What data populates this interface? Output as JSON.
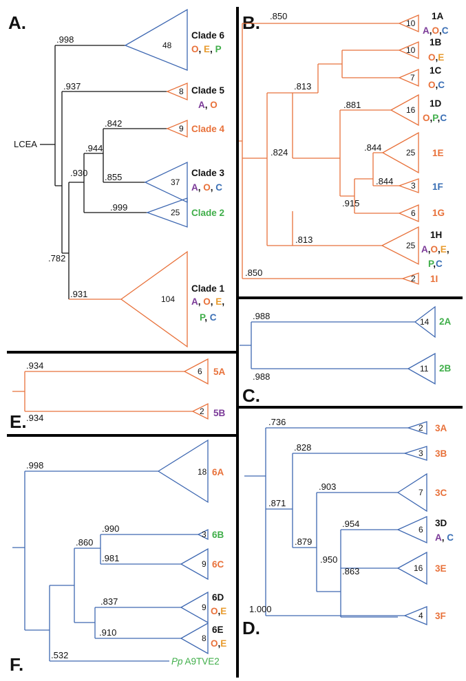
{
  "colors": {
    "orange": "#E8713A",
    "blue": "#3D67B1",
    "black": "#111111",
    "purple": "#7B3A98",
    "green": "#3FAE49",
    "amber": "#E89B2E",
    "steel": "#3A6FB5"
  },
  "panels": {
    "a": "A.",
    "b": "B.",
    "c": "C.",
    "d": "D.",
    "e": "E.",
    "f": "F."
  },
  "panelA": {
    "root": "LCEA",
    "supports": [
      ".998",
      ".937",
      ".842",
      ".944",
      ".930",
      ".855",
      ".999",
      ".782",
      ".931"
    ],
    "clades": [
      {
        "name": "Clade 6",
        "count": "48",
        "tags": [
          "O",
          "E",
          "P"
        ]
      },
      {
        "name": "Clade 5",
        "count": "8",
        "tags": [
          "A",
          "O"
        ]
      },
      {
        "name": "Clade 4",
        "count": "9"
      },
      {
        "name": "Clade 3",
        "count": "37",
        "tags": [
          "A",
          "O",
          "C"
        ]
      },
      {
        "name": "Clade 2",
        "count": "25"
      },
      {
        "name": "Clade 1",
        "count": "104",
        "tags": [
          "A",
          "O",
          "E",
          "P",
          "C"
        ]
      }
    ]
  },
  "panelB": {
    "supports": [
      ".850",
      ".813",
      ".824",
      ".881",
      ".844",
      ".844",
      ".915",
      ".813",
      ".850"
    ],
    "clades": [
      {
        "name": "1A",
        "count": "10",
        "tags": [
          "A",
          "O",
          "C"
        ]
      },
      {
        "name": "1B",
        "count": "10",
        "tags": [
          "O",
          "E"
        ]
      },
      {
        "name": "1C",
        "count": "7",
        "tags": [
          "O",
          "C"
        ]
      },
      {
        "name": "1D",
        "count": "16",
        "tags": [
          "O",
          "P",
          "C"
        ]
      },
      {
        "name": "1E",
        "count": "25"
      },
      {
        "name": "1F",
        "count": "3"
      },
      {
        "name": "1G",
        "count": "6"
      },
      {
        "name": "1H",
        "count": "25",
        "tags": [
          "A",
          "O",
          "E",
          "P",
          "C"
        ]
      },
      {
        "name": "1I",
        "count": "2"
      }
    ]
  },
  "panelC": {
    "supports": [
      ".988",
      ".988"
    ],
    "clades": [
      {
        "name": "2A",
        "count": "14"
      },
      {
        "name": "2B",
        "count": "11"
      }
    ]
  },
  "panelD": {
    "supports": [
      ".736",
      ".828",
      ".871",
      ".903",
      ".879",
      ".954",
      ".950",
      ".863",
      "1.000"
    ],
    "clades": [
      {
        "name": "3A",
        "count": "2"
      },
      {
        "name": "3B",
        "count": "3"
      },
      {
        "name": "3C",
        "count": "7"
      },
      {
        "name": "3D",
        "count": "6",
        "tags": [
          "A",
          "C"
        ]
      },
      {
        "name": "3E",
        "count": "16"
      },
      {
        "name": "3F",
        "count": "4"
      }
    ]
  },
  "panelE": {
    "supports": [
      ".934",
      ".934"
    ],
    "clades": [
      {
        "name": "5A",
        "count": "6"
      },
      {
        "name": "5B",
        "count": "2"
      }
    ]
  },
  "panelF": {
    "supports": [
      ".998",
      ".860",
      ".990",
      ".981",
      ".837",
      ".910",
      ".532"
    ],
    "clades": [
      {
        "name": "6A",
        "count": "18"
      },
      {
        "name": "6B",
        "count": "3"
      },
      {
        "name": "6C",
        "count": "9"
      },
      {
        "name": "6D",
        "count": "9",
        "tags": [
          "O",
          "E"
        ]
      },
      {
        "name": "6E",
        "count": "8",
        "tags": [
          "O",
          "E"
        ]
      }
    ],
    "leaf_genus": "Pp",
    "leaf_id": "A9TVE2"
  }
}
